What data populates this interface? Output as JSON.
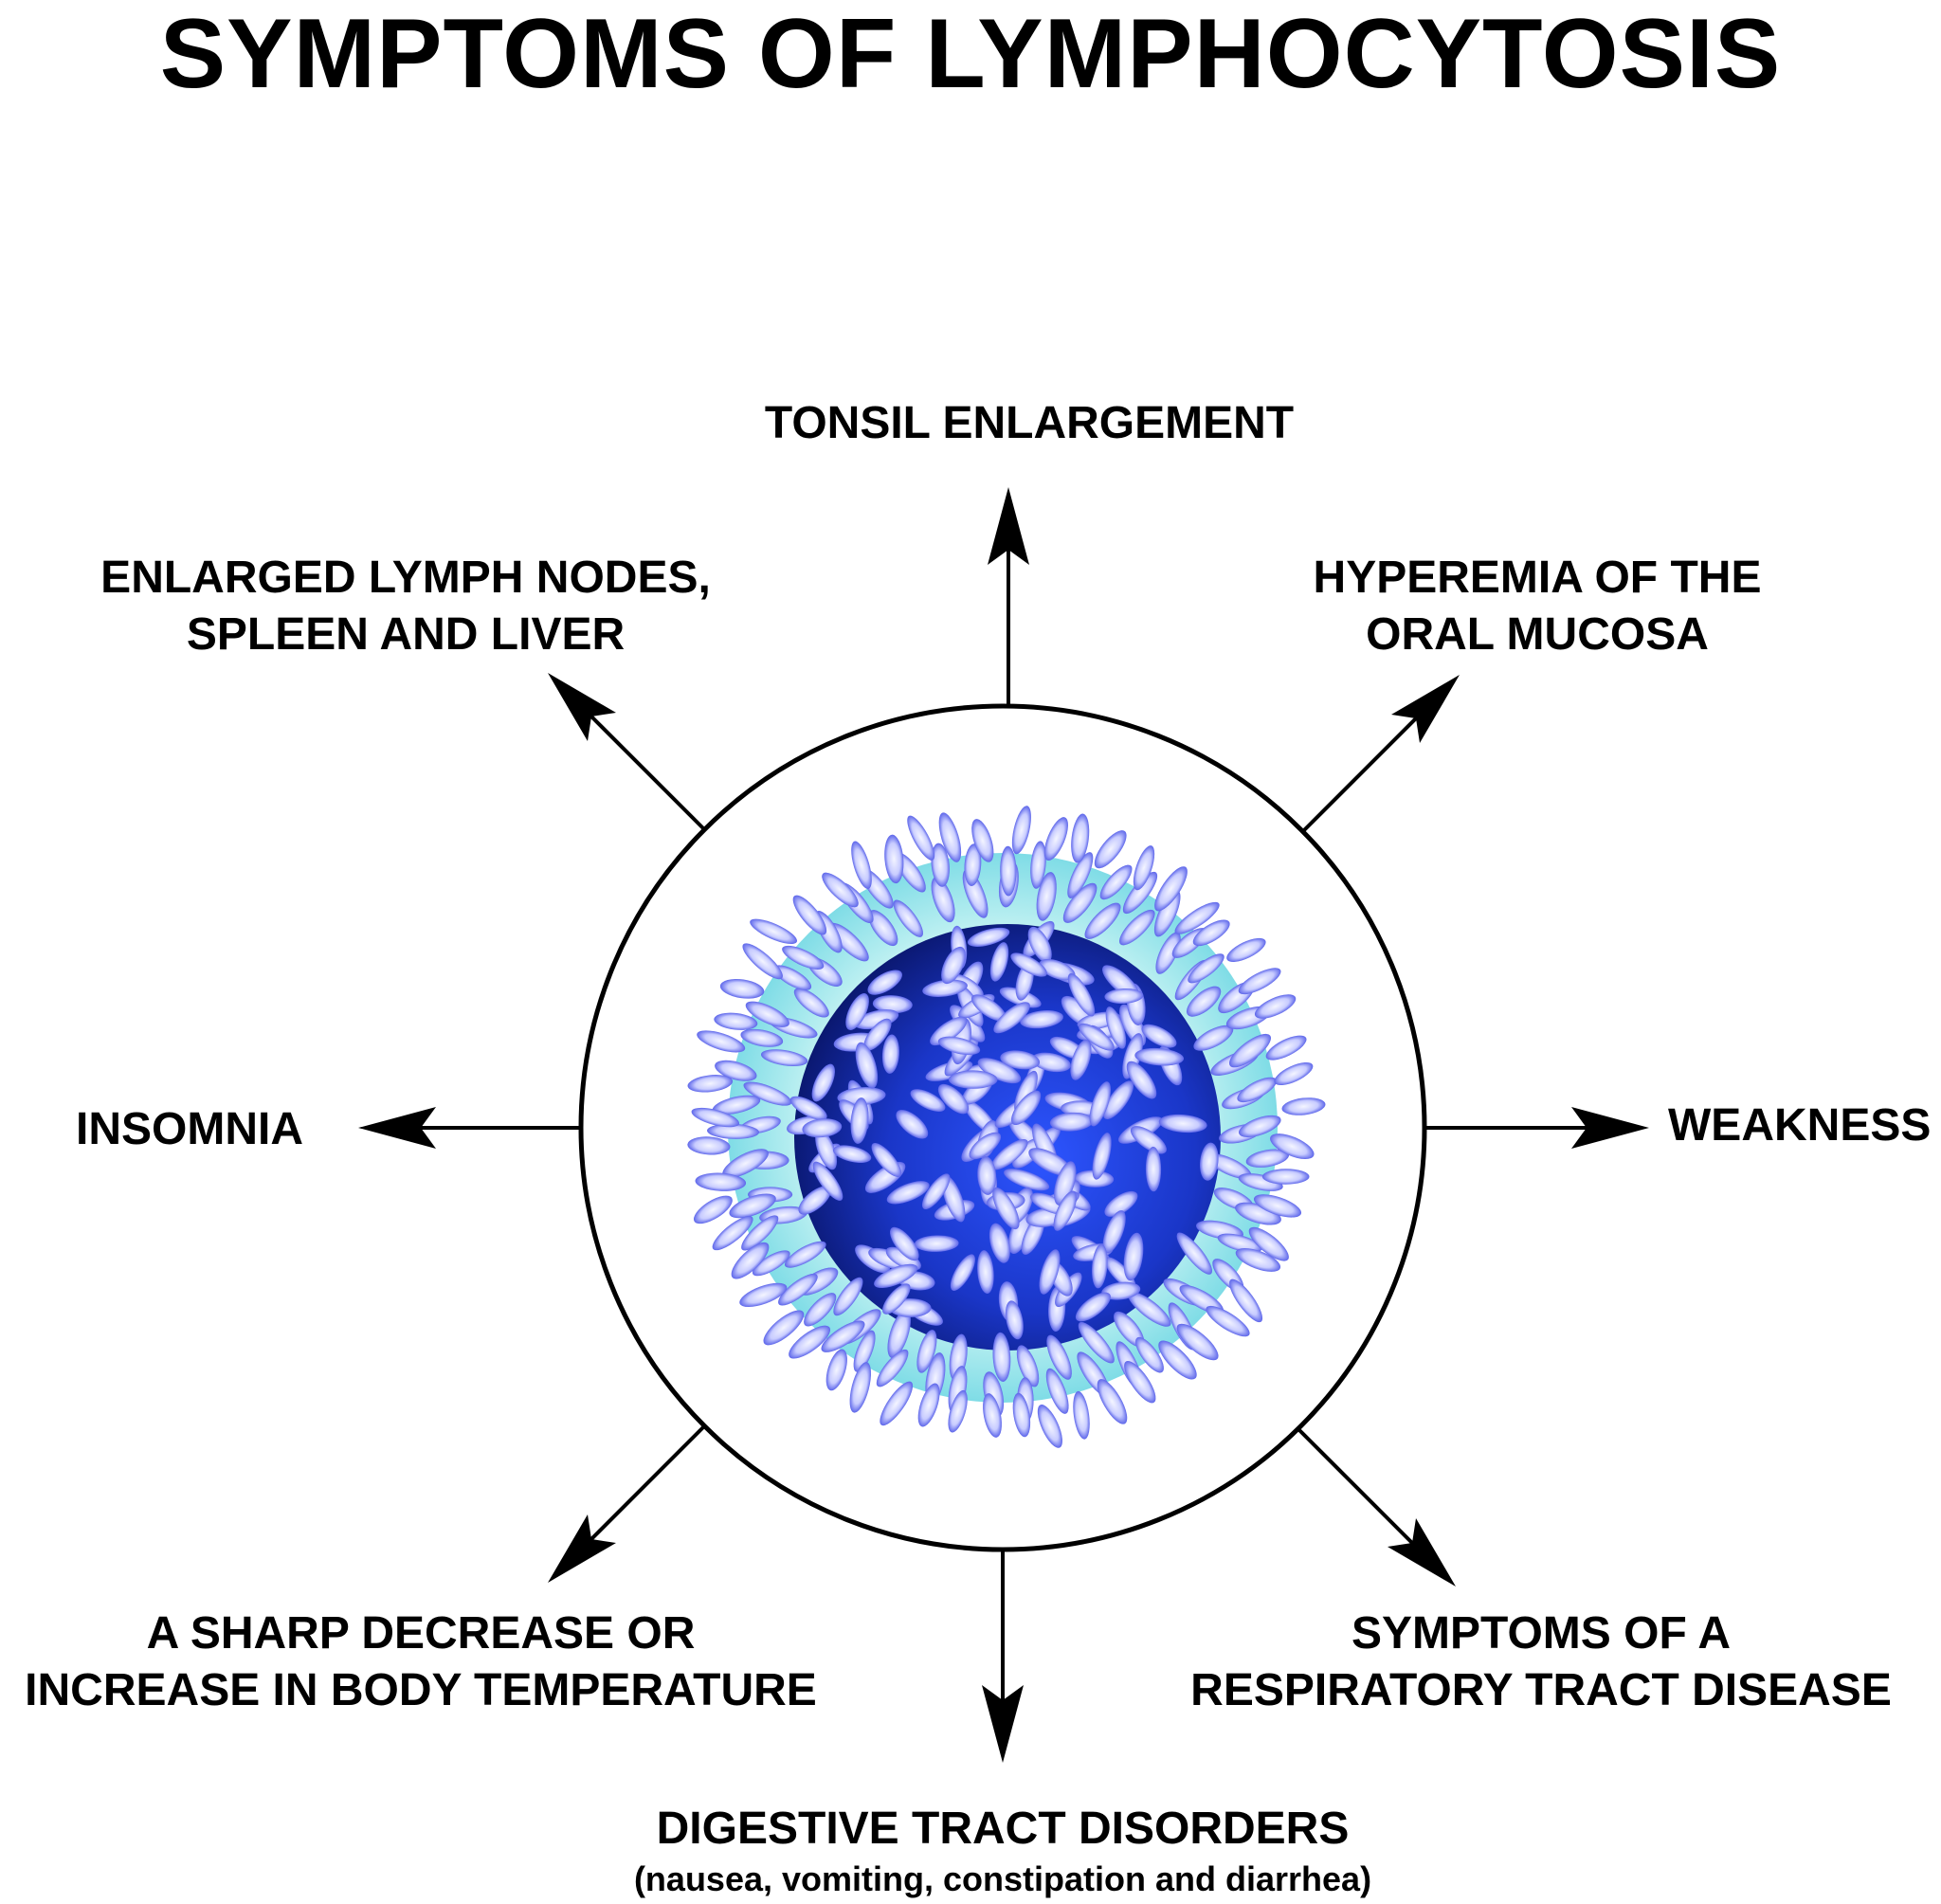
{
  "title": "SYMPTOMS OF LYMPHOCYTOSIS",
  "symptoms": {
    "top": {
      "lines": [
        "TONSIL ENLARGEMENT"
      ]
    },
    "top_left": {
      "lines": [
        "ENLARGED LYMPH NODES,",
        "SPLEEN AND LIVER"
      ]
    },
    "top_right": {
      "lines": [
        "HYPEREMIA OF THE",
        "ORAL MUCOSA"
      ]
    },
    "left": {
      "lines": [
        "INSOMNIA"
      ]
    },
    "right": {
      "lines": [
        "WEAKNESS"
      ]
    },
    "bottom_left": {
      "lines": [
        "A SHARP DECREASE OR",
        "INCREASE IN BODY TEMPERATURE"
      ]
    },
    "bottom_right": {
      "lines": [
        "SYMPTOMS OF A",
        "RESPIRATORY TRACT DISEASE"
      ]
    },
    "bottom": {
      "lines": [
        "DIGESTIVE TRACT DISORDERS"
      ],
      "note": "(nausea, vomiting, constipation and diarrhea)"
    }
  },
  "illustration": {
    "subject": "lymphocyte",
    "colors": {
      "nucleus_dark": "#0a1a7a",
      "nucleus_mid": "#1a3ad8",
      "cytoplasm": "#8fe6e6",
      "granule": "#c9ccff",
      "granule_edge": "#5a63e8"
    }
  }
}
